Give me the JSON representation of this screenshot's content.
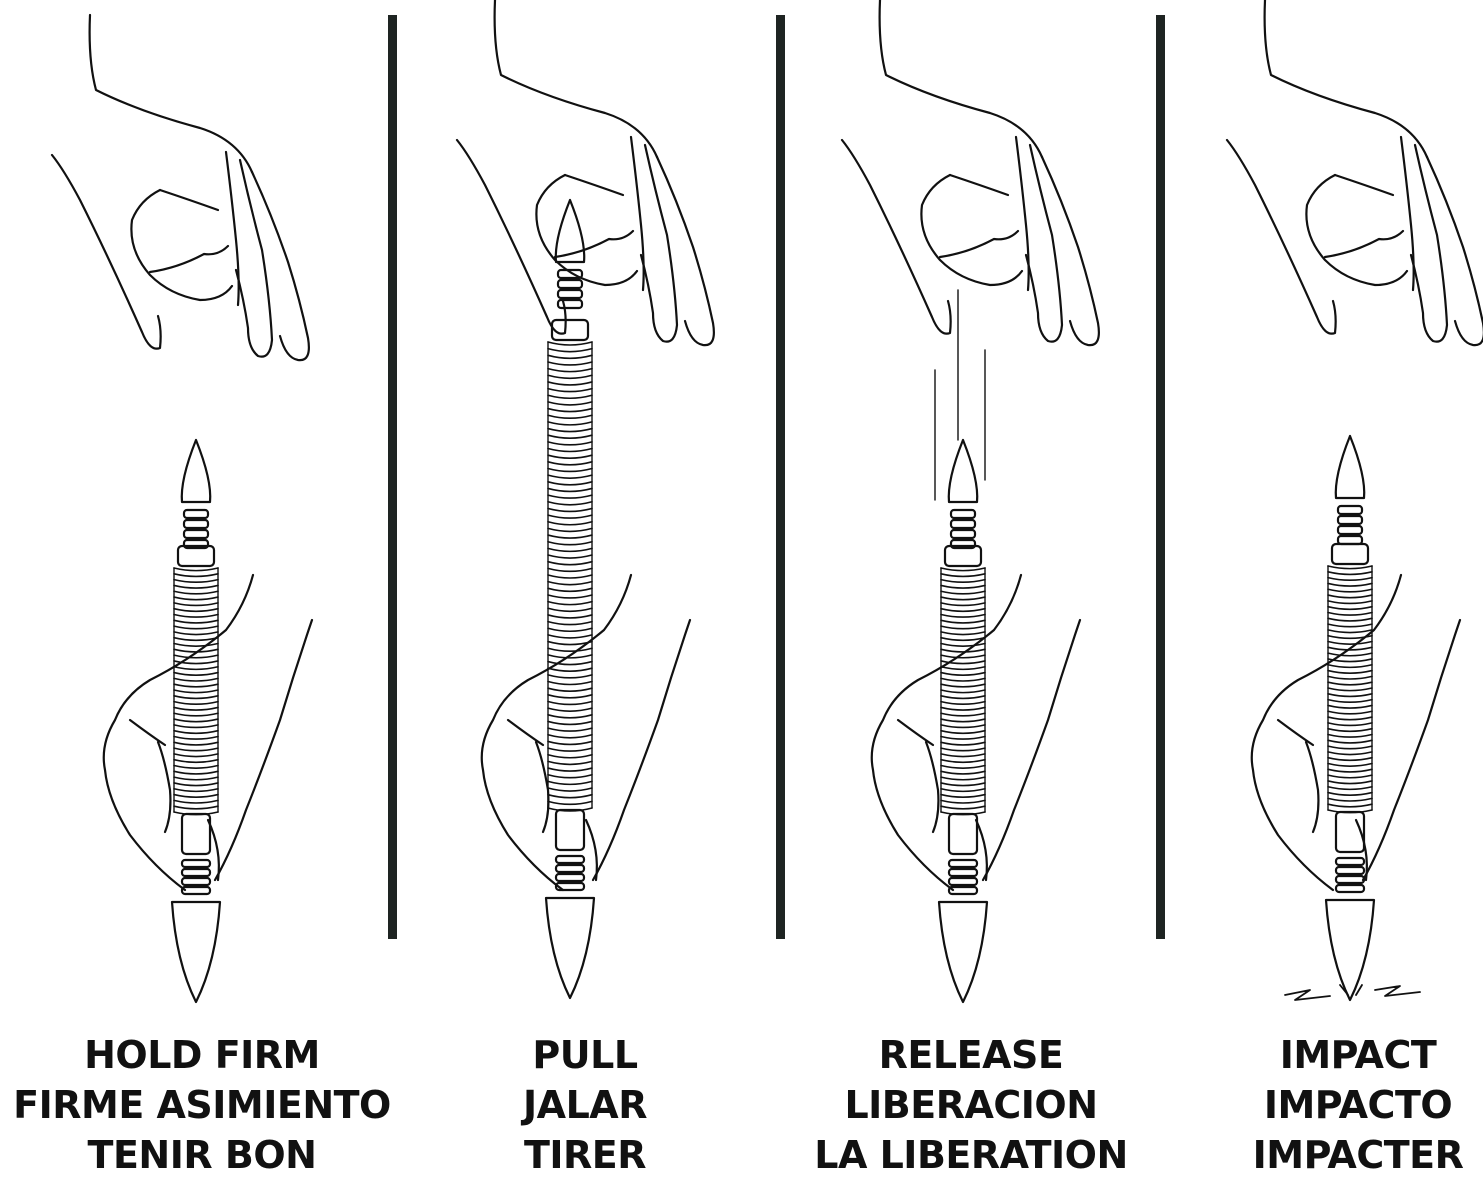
{
  "colors": {
    "ink": "#111111",
    "divider": "#1e2422",
    "background": "#ffffff"
  },
  "steps": [
    {
      "id": "hold",
      "lines": [
        "HOLD FIRM",
        "FIRME ASIMIENTO",
        "TENIR BON"
      ]
    },
    {
      "id": "pull",
      "lines": [
        "PULL",
        "JALAR",
        "TIRER"
      ]
    },
    {
      "id": "release",
      "lines": [
        "RELEASE",
        "LIBERACION",
        "LA LIBERATION"
      ]
    },
    {
      "id": "impact",
      "lines": [
        "IMPACT",
        "IMPACTO",
        "IMPACTER"
      ]
    }
  ]
}
